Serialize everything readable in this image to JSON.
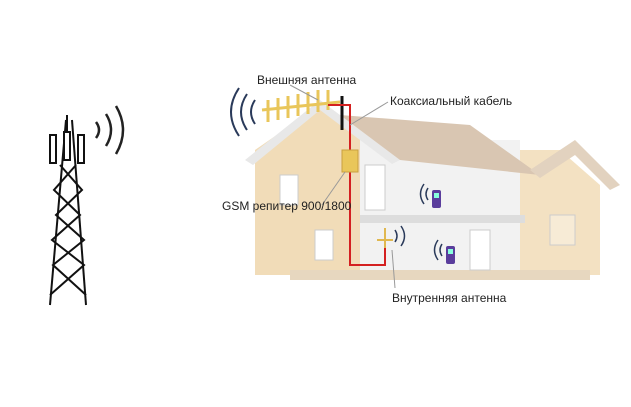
{
  "labels": {
    "external_antenna": "Внешняя антенна",
    "coax_cable": "Коаксиальный кабель",
    "gsm_repeater": "GSM репитер 900/1800",
    "internal_antenna": "Внутренняя антенна"
  },
  "colors": {
    "cable": "#d42020",
    "house_wall": "#f1dcb8",
    "roof": "#d9c6b2",
    "antenna": "#e9c65a",
    "phone": "#5a3d9c"
  }
}
